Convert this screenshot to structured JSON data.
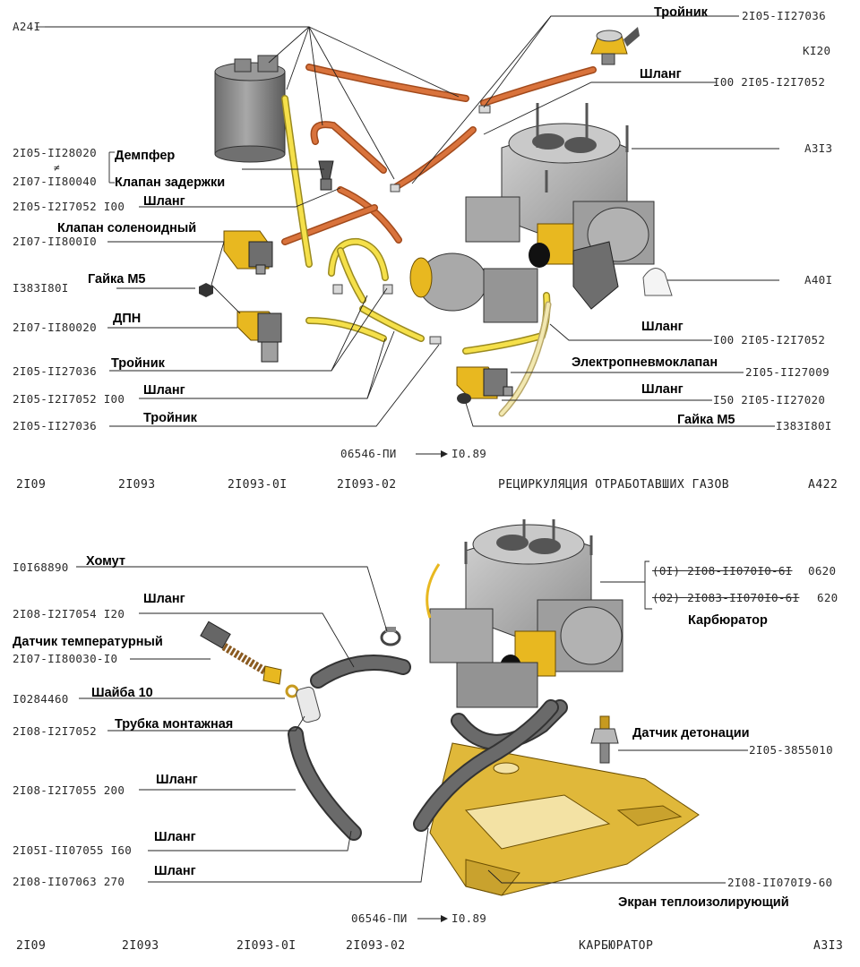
{
  "colors": {
    "hose_orange": "#d9733c",
    "hose_yellow": "#f5e04a",
    "part_yellow": "#e8b820",
    "shield_yellow": "#e0b83a",
    "carb_gray": "#b4b4b4",
    "hose_dark": "#6a6a6a",
    "canister_gray": "#8c8c8c"
  },
  "top": {
    "footer": {
      "models": [
        "2I09",
        "2I093",
        "2I093-0I",
        "2I093-02"
      ],
      "title": "РЕЦИРКУЛЯЦИЯ ОТРАБОТАВШИХ ГАЗОВ",
      "page": "A422"
    },
    "date_note": {
      "left": "06546-ПИ",
      "right": "I0.89"
    },
    "left_labels": [
      {
        "code": "A24I",
        "name": ""
      },
      {
        "code": "2I05-II28020",
        "name": "Демпфер"
      },
      {
        "code": "2I07-II80040",
        "name": "Клапан задержки"
      },
      {
        "code": "2I05-I2I7052 I00",
        "name": "Шланг"
      },
      {
        "code": "2I07-II800I0",
        "name": "Клапан соленоидный"
      },
      {
        "code": "I383I80I",
        "name": "Гайка М5"
      },
      {
        "code": "2I07-II80020",
        "name": "ДПН"
      },
      {
        "code": "2I05-II27036",
        "name": "Тройник"
      },
      {
        "code": "2I05-I2I7052 I00",
        "name": "Шланг"
      },
      {
        "code": "2I05-II27036",
        "name": "Тройник"
      }
    ],
    "right_labels": [
      {
        "code": "2I05-II27036",
        "name": "Тройник"
      },
      {
        "code": "KI20",
        "name": ""
      },
      {
        "code": "I00 2I05-I2I7052",
        "name": "Шланг"
      },
      {
        "code": "A3I3",
        "name": ""
      },
      {
        "code": "A40I",
        "name": ""
      },
      {
        "code": "I00 2I05-I2I7052",
        "name": "Шланг"
      },
      {
        "code": "2I05-II27009",
        "name": "Электропневмоклапан"
      },
      {
        "code": "I50 2I05-II27020",
        "name": "Шланг"
      },
      {
        "code": "I383I80I",
        "name": "Гайка М5"
      }
    ]
  },
  "bottom": {
    "footer": {
      "models": [
        "2I09",
        "2I093",
        "2I093-0I",
        "2I093-02"
      ],
      "title": "КАРБЮРАТОР",
      "page": "A3I3"
    },
    "date_note": {
      "left": "06546-ПИ",
      "right": "I0.89"
    },
    "left_labels": [
      {
        "code": "I0I68890",
        "name": "Хомут"
      },
      {
        "code": "2I08-I2I7054 I20",
        "name": "Шланг"
      },
      {
        "code": "2I07-II80030-I0",
        "name": "Датчик температурный"
      },
      {
        "code": "I0284460",
        "name": "Шайба 10"
      },
      {
        "code": "2I08-I2I7052",
        "name": "Трубка монтажная"
      },
      {
        "code": "2I08-I2I7055 200",
        "name": "Шланг"
      },
      {
        "code": "2I05I-II07055 I60",
        "name": "Шланг"
      },
      {
        "code": "2I08-II07063 270",
        "name": "Шланг"
      }
    ],
    "right_labels": [
      {
        "code": "(0I) 2I08-II070I0-6I",
        "qty": "0620",
        "name": ""
      },
      {
        "code": "(02) 2I083-II070I0-6I",
        "qty": "620",
        "name": "Карбюратор"
      },
      {
        "code": "2I05-3855010",
        "name": "Датчик детонации"
      },
      {
        "code": "2I08-II070I9-60",
        "name": "Экран теплоизолирующий"
      }
    ]
  }
}
